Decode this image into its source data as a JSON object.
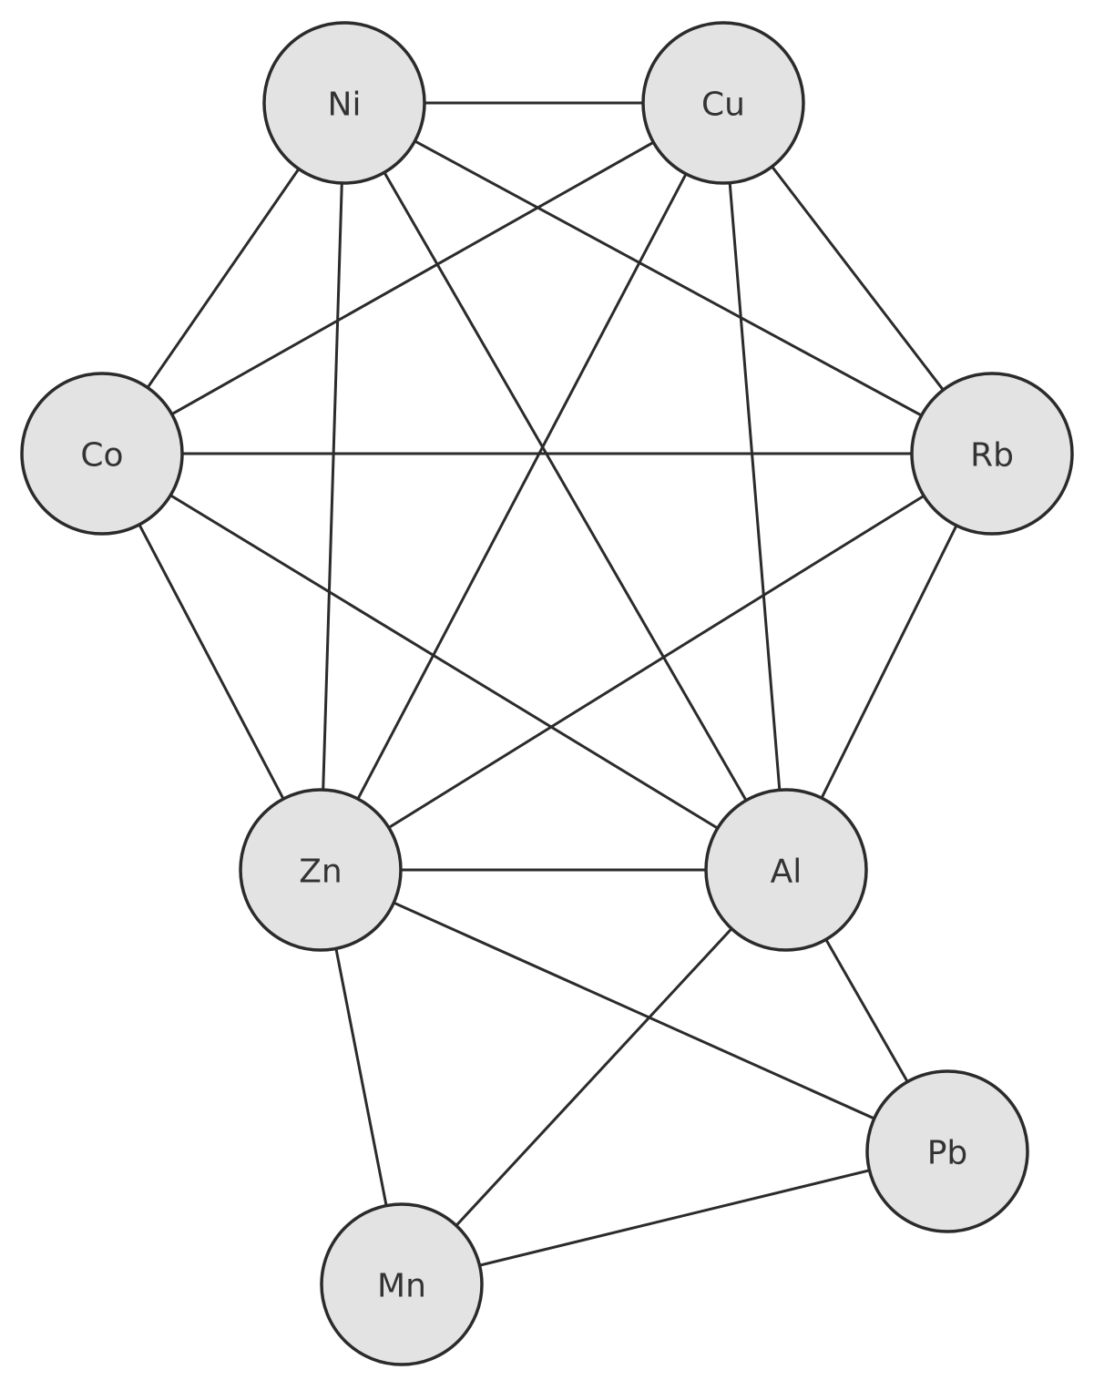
{
  "nodes": [
    {
      "id": "Ni",
      "label": "Ni"
    },
    {
      "id": "Cu",
      "label": "Cu"
    },
    {
      "id": "Co",
      "label": "Co"
    },
    {
      "id": "Rb",
      "label": "Rb"
    },
    {
      "id": "Zn",
      "label": "Zn"
    },
    {
      "id": "Al",
      "label": "Al"
    },
    {
      "id": "Pb",
      "label": "Pb"
    },
    {
      "id": "Mn",
      "label": "Mn"
    }
  ],
  "edges": [
    [
      "Ni",
      "Cu"
    ],
    [
      "Ni",
      "Co"
    ],
    [
      "Ni",
      "Zn"
    ],
    [
      "Ni",
      "Al"
    ],
    [
      "Ni",
      "Rb"
    ],
    [
      "Cu",
      "Rb"
    ],
    [
      "Cu",
      "Co"
    ],
    [
      "Cu",
      "Zn"
    ],
    [
      "Cu",
      "Al"
    ],
    [
      "Co",
      "Rb"
    ],
    [
      "Co",
      "Zn"
    ],
    [
      "Co",
      "Al"
    ],
    [
      "Rb",
      "Zn"
    ],
    [
      "Rb",
      "Al"
    ],
    [
      "Zn",
      "Al"
    ],
    [
      "Zn",
      "Mn"
    ],
    [
      "Zn",
      "Pb"
    ],
    [
      "Al",
      "Mn"
    ],
    [
      "Al",
      "Pb"
    ],
    [
      "Pb",
      "Mn"
    ]
  ],
  "colors": {
    "node_fill": "#e3e3e3",
    "stroke": "#2b2b2b",
    "label": "#333333",
    "background": "#ffffff"
  }
}
